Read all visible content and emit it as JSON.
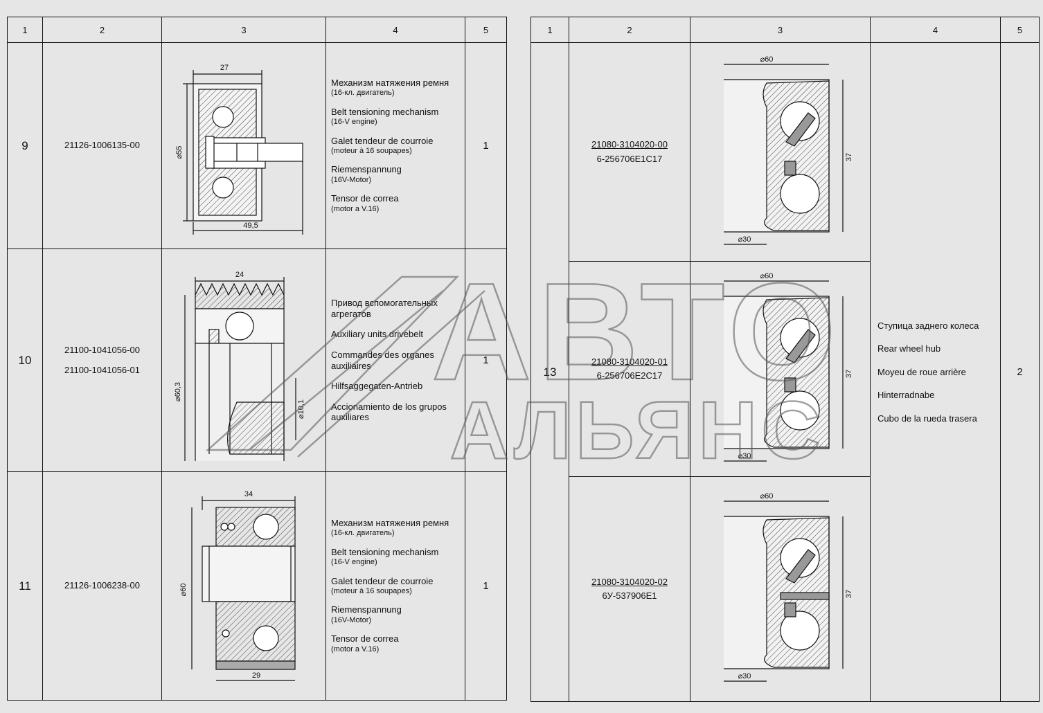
{
  "left_table": {
    "headers": [
      "1",
      "2",
      "3",
      "4",
      "5"
    ],
    "rows": [
      {
        "num": "9",
        "code": "21126-1006135-00",
        "desc": [
          {
            "main": "Механизм натяжения ремня",
            "sub": "(16-кл. двигатель)"
          },
          {
            "main": "Belt tensioning mechanism",
            "sub": "(16-V engine)"
          },
          {
            "main": "Galet tendeur de courroie",
            "sub": "(moteur à 16 soupapes)"
          },
          {
            "main": "Riemenspannung",
            "sub": "(16V-Motor)"
          },
          {
            "main": "Tensor de correa",
            "sub": "(motor a V.16)"
          }
        ],
        "qty": "1",
        "dims": {
          "width": "27",
          "diameter": "⌀55",
          "length": "49,5"
        }
      },
      {
        "num": "10",
        "code": "21100-1041056-00",
        "code2": "21100-1041056-01",
        "desc": [
          {
            "main": "Привод вспомогательных агрегатов"
          },
          {
            "main": "Auxiliary units drivebelt"
          },
          {
            "main": "Commandes des organes auxiliaires"
          },
          {
            "main": "Hilfsaggegaten-Antrieb"
          },
          {
            "main": "Accionamiento de los grupos auxiliares"
          }
        ],
        "qty": "1",
        "dims": {
          "width": "24",
          "diameter": "⌀60,3",
          "bore": "⌀10,1"
        }
      },
      {
        "num": "11",
        "code": "21126-1006238-00",
        "desc": [
          {
            "main": "Механизм натяжения ремня",
            "sub": "(16-кл. двигатель)"
          },
          {
            "main": "Belt tensioning mechanism",
            "sub": "(16-V engine)"
          },
          {
            "main": "Galet tendeur de courroie",
            "sub": "(moteur à 16 soupapes)"
          },
          {
            "main": "Riemenspannung",
            "sub": "(16V-Motor)"
          },
          {
            "main": "Tensor de correa",
            "sub": "(motor a V.16)"
          }
        ],
        "qty": "1",
        "dims": {
          "width": "34",
          "diameter": "⌀60",
          "bottom": "29"
        }
      }
    ]
  },
  "right_table": {
    "headers": [
      "1",
      "2",
      "3",
      "4",
      "5"
    ],
    "num": "13",
    "variants": [
      {
        "code": "21080-3104020-00",
        "bearing": "6-256706E1C17"
      },
      {
        "code": "21080-3104020-01",
        "bearing": "6-256706E2C17"
      },
      {
        "code": "21080-3104020-02",
        "bearing": "6У-537906Е1"
      }
    ],
    "desc": [
      "Ступица заднего колеса",
      "Rear wheel hub",
      "Moyeu de roue arrière",
      "Hinterradnabe",
      "Cubo de la rueda trasera"
    ],
    "qty": "2",
    "dims": {
      "outer": "⌀60",
      "inner": "⌀30",
      "height": "37"
    }
  },
  "watermark": {
    "line1": "АВТО",
    "line2": "АЛЬЯНС"
  }
}
